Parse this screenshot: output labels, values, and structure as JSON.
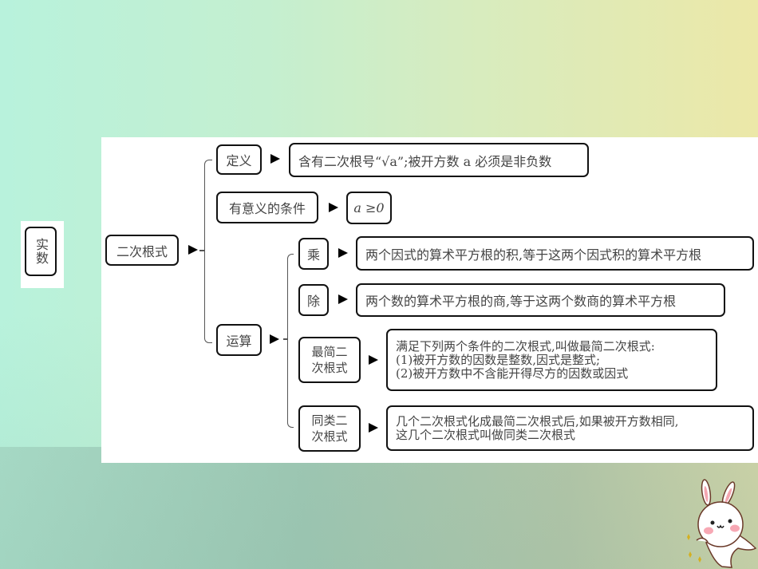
{
  "side_label": "实数",
  "root": {
    "label": "二次根式"
  },
  "branches": {
    "definition": {
      "label": "定义",
      "content": "含有二次根号“√a”;被开方数 a 必须是非负数"
    },
    "condition": {
      "label": "有意义的条件",
      "content": "a ≥0"
    },
    "operations": {
      "label": "运算",
      "items": [
        {
          "label": "乘",
          "content": "两个因式的算术平方根的积,等于这两个因式积的算术平方根"
        },
        {
          "label": "除",
          "content": "两个数的算术平方根的商,等于这两个数商的算术平方根"
        },
        {
          "label_lines": [
            "最简二",
            "次根式"
          ],
          "content_lines": [
            "满足下列两个条件的二次根式,叫做最简二次根式:",
            "(1)被开方数的因数是整数,因式是整式;",
            "(2)被开方数中不含能开得尽方的因数或因式"
          ]
        },
        {
          "label_lines": [
            "同类二",
            "次根式"
          ],
          "content_lines": [
            "几个二次根式化成最简二次根式后,如果被开方数相同,",
            "这几个二次根式叫做同类二次根式"
          ]
        }
      ]
    }
  },
  "colors": {
    "border": "#111111",
    "text": "#444444",
    "panel": "#ffffff",
    "bg_left": "#b8f2dc",
    "bg_right": "#ece8a8"
  },
  "decoration": {
    "mascot": "bunny-mascot"
  }
}
